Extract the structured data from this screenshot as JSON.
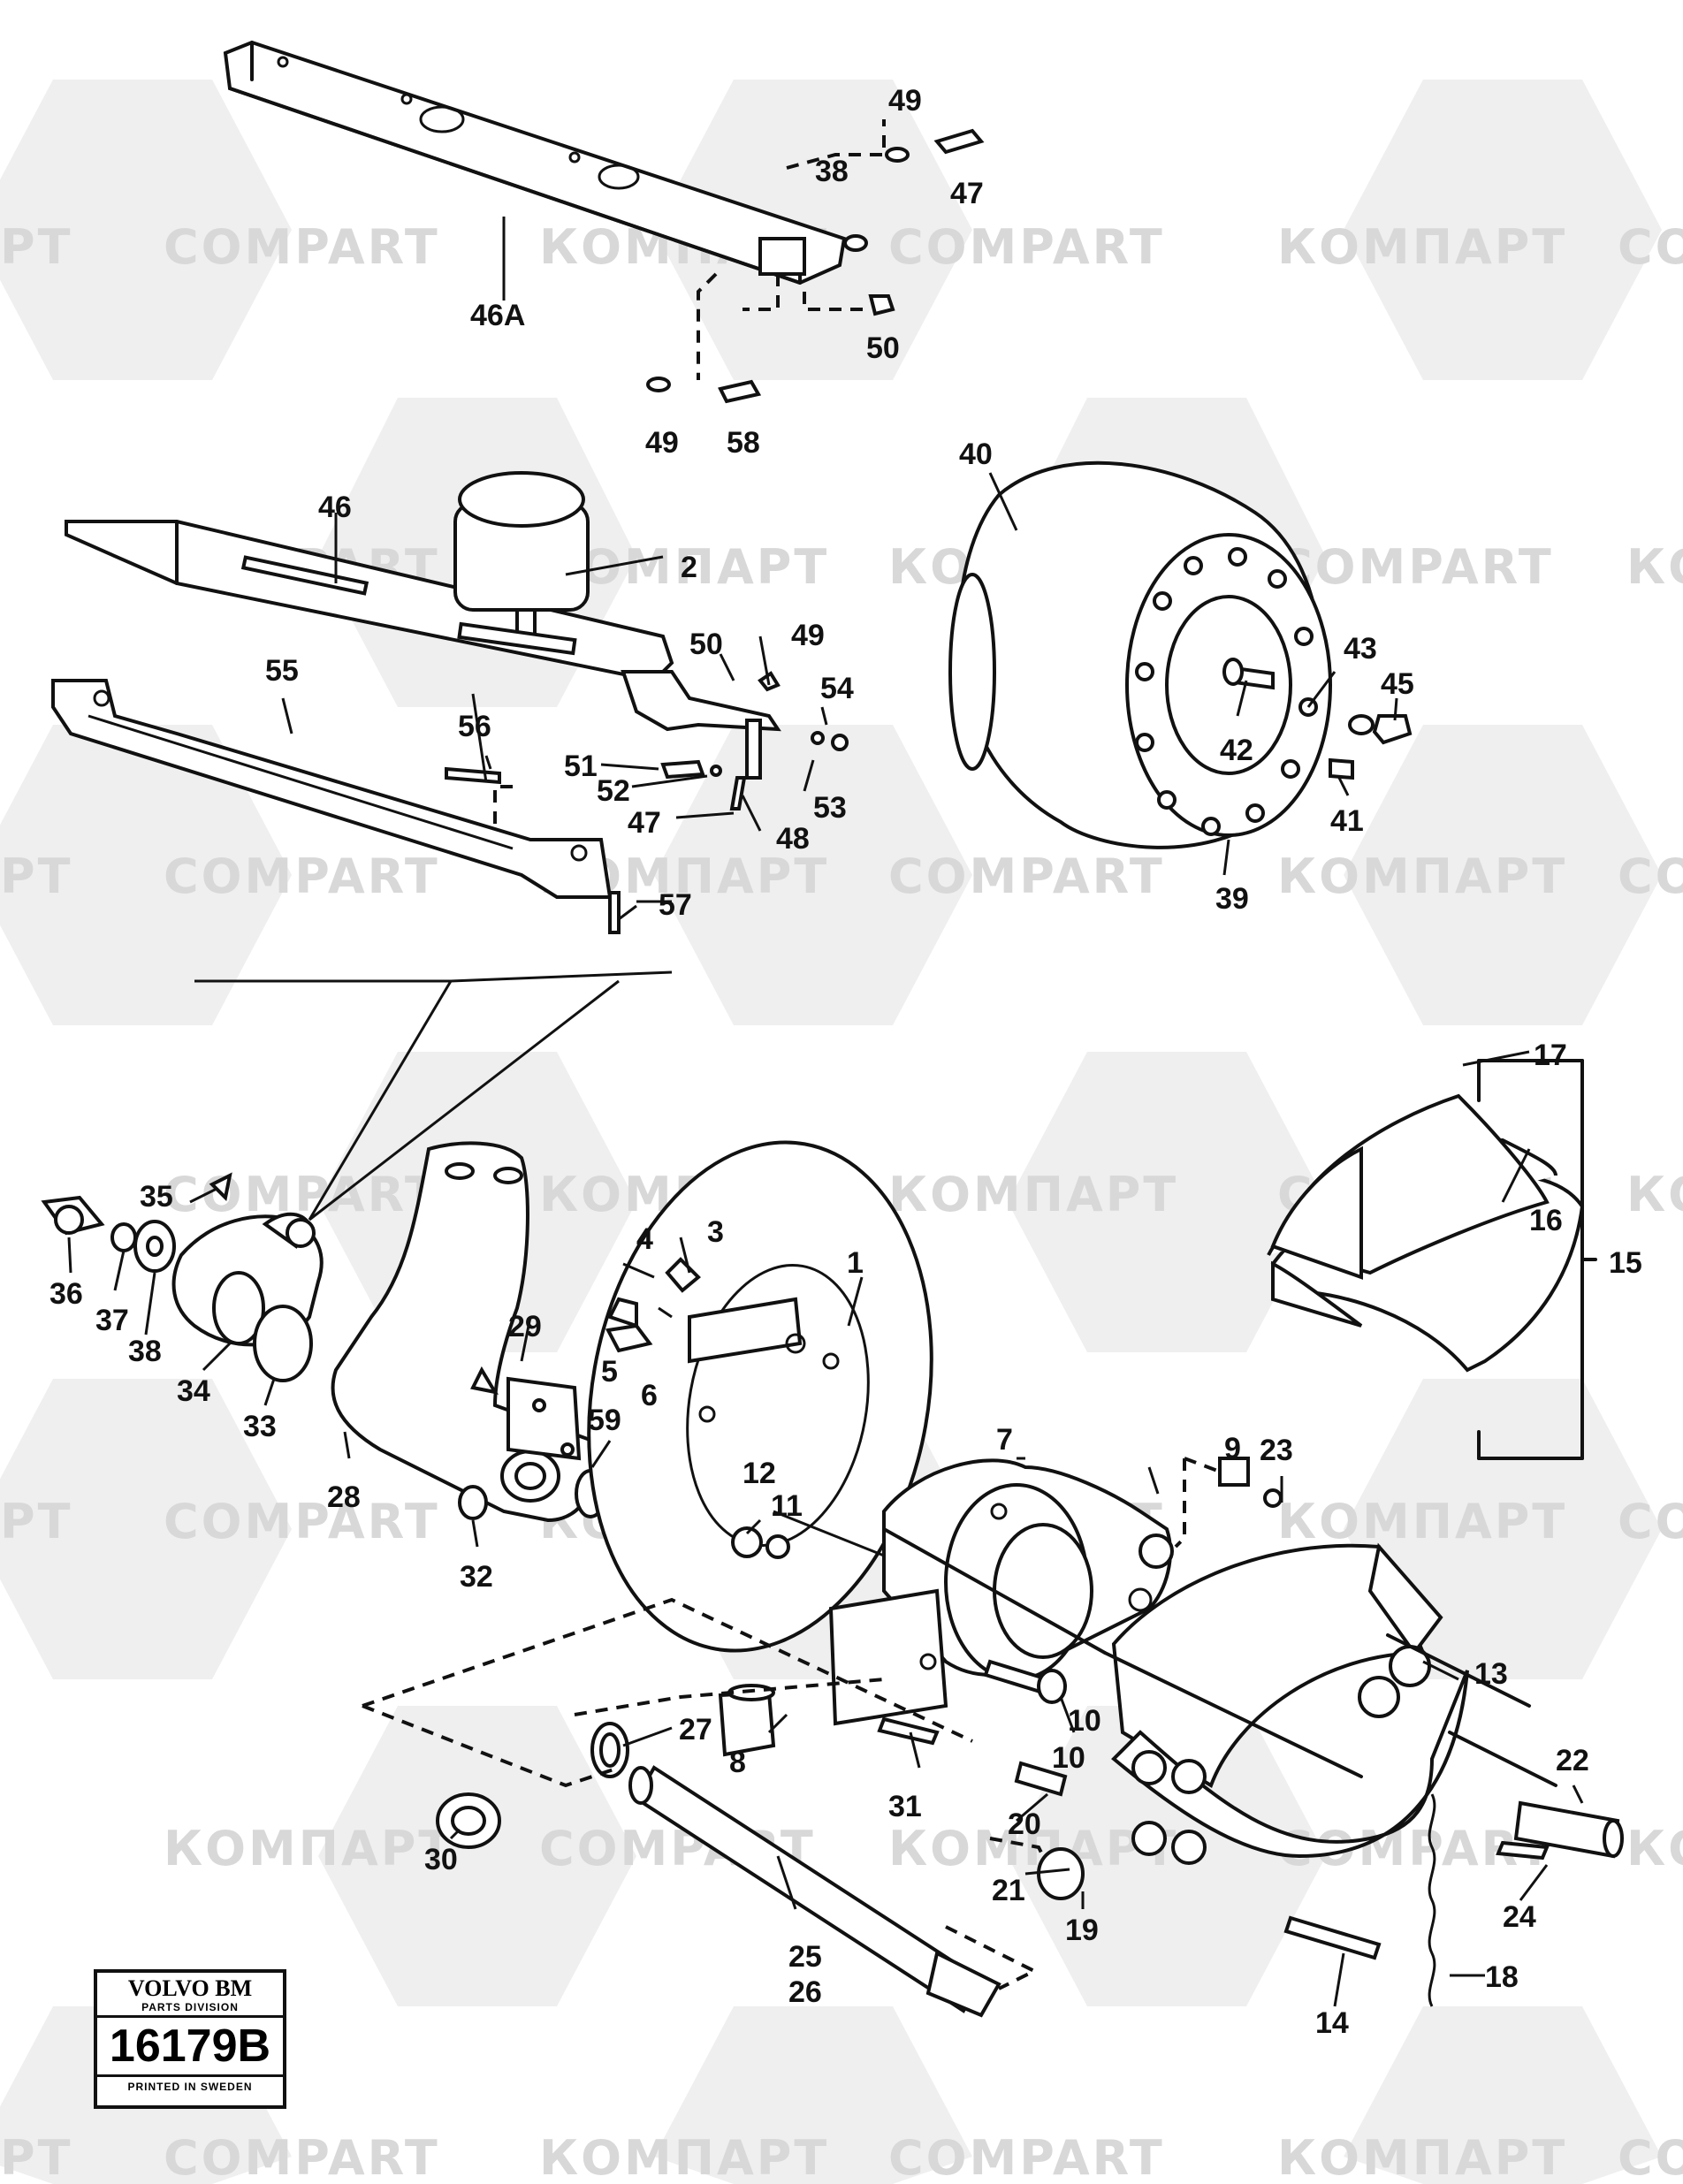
{
  "watermarks": {
    "latin": "COMPART",
    "cyrillic": "КОМПАРТ",
    "latin_partial": "PT",
    "latin_prefix": "CO",
    "cyrillic_prefix": "КО"
  },
  "callouts": {
    "c1": "1",
    "c2": "2",
    "c3": "3",
    "c4": "4",
    "c5": "5",
    "c6": "6",
    "c7": "7",
    "c8": "8",
    "c9": "9",
    "c10": "10",
    "c11": "11",
    "c12": "12",
    "c13": "13",
    "c14": "14",
    "c15": "15",
    "c16": "16",
    "c17": "17",
    "c18": "18",
    "c19": "19",
    "c20": "20",
    "c21": "21",
    "c22": "22",
    "c23": "23",
    "c24": "24",
    "c25": "25",
    "c26": "26",
    "c27": "27",
    "c28": "28",
    "c29": "29",
    "c30": "30",
    "c31": "31",
    "c32": "32",
    "c33": "33",
    "c34": "34",
    "c35": "35",
    "c36": "36",
    "c37": "37",
    "c38": "38",
    "c39": "39",
    "c40": "40",
    "c41": "41",
    "c42": "42",
    "c43": "43",
    "c45": "45",
    "c46": "46",
    "c46a": "46A",
    "c47a": "47",
    "c47b": "47",
    "c48": "48",
    "c49a": "49",
    "c49b": "49",
    "c49c": "49",
    "c50a": "50",
    "c50b": "50",
    "c51": "51",
    "c52": "52",
    "c53": "53",
    "c54": "54",
    "c55": "55",
    "c56": "56",
    "c57": "57",
    "c58": "58",
    "c59": "59"
  },
  "stamp": {
    "brand": "VOLVO BM",
    "division": "PARTS DIVISION",
    "number": "16179B",
    "printed": "PRINTED IN SWEDEN"
  }
}
